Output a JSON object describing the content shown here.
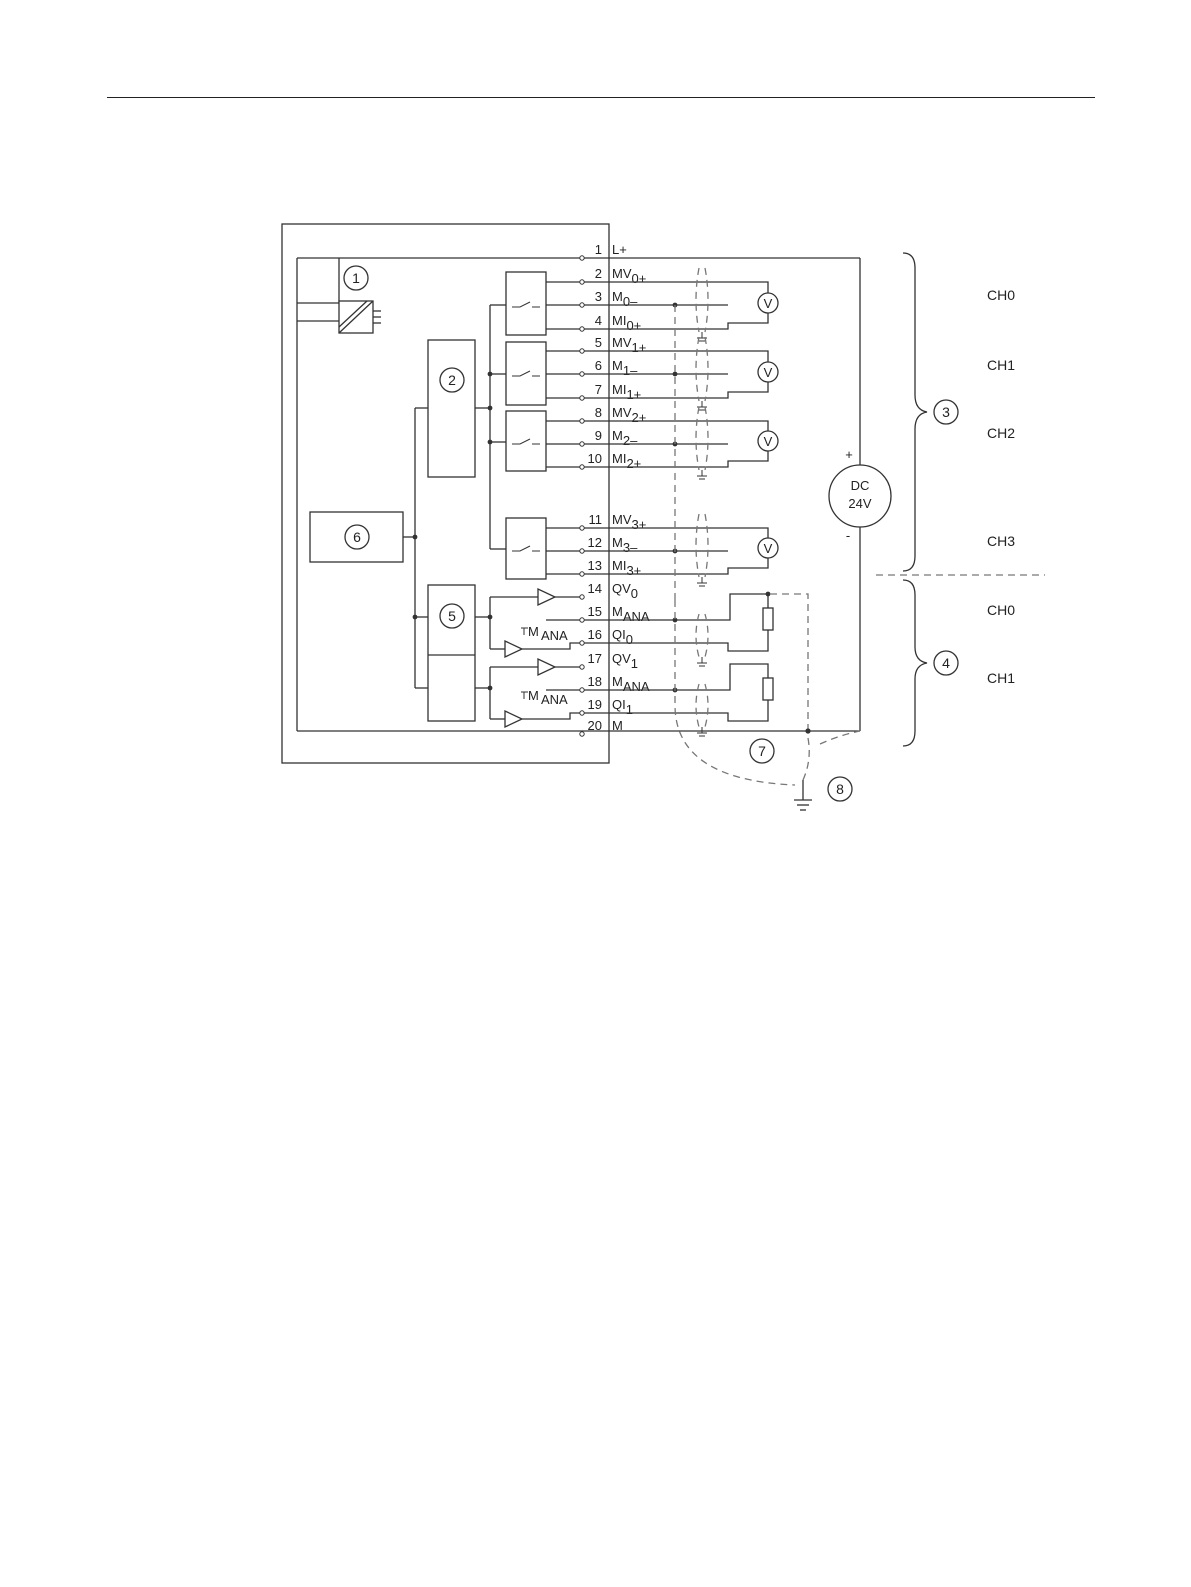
{
  "markers": [
    "1",
    "2",
    "3",
    "4",
    "5",
    "6",
    "7",
    "8"
  ],
  "terminals": [
    {
      "num": "1",
      "label": "L+"
    },
    {
      "num": "2",
      "label": "MV",
      "sub": "0+"
    },
    {
      "num": "3",
      "label": "M",
      "sub": "0–"
    },
    {
      "num": "4",
      "label": "MI",
      "sub": "0+"
    },
    {
      "num": "5",
      "label": "MV",
      "sub": "1+"
    },
    {
      "num": "6",
      "label": "M",
      "sub": "1–"
    },
    {
      "num": "7",
      "label": "MI",
      "sub": "1+"
    },
    {
      "num": "8",
      "label": "MV",
      "sub": "2+"
    },
    {
      "num": "9",
      "label": "M",
      "sub": "2–"
    },
    {
      "num": "10",
      "label": "MI",
      "sub": "2+"
    },
    {
      "num": "11",
      "label": "MV",
      "sub": "3+"
    },
    {
      "num": "12",
      "label": "M",
      "sub": "3–"
    },
    {
      "num": "13",
      "label": "MI",
      "sub": "3+"
    },
    {
      "num": "14",
      "label": "QV",
      "sub": "0"
    },
    {
      "num": "15",
      "label": "M",
      "sub": "ANA"
    },
    {
      "num": "16",
      "label": "QI",
      "sub": "0"
    },
    {
      "num": "17",
      "label": "QV",
      "sub": "1"
    },
    {
      "num": "18",
      "label": "M",
      "sub": "ANA"
    },
    {
      "num": "19",
      "label": "QI",
      "sub": "1"
    },
    {
      "num": "20",
      "label": "M"
    }
  ],
  "mana_label": "M",
  "mana_sub": "ANA",
  "channels": [
    "CH0",
    "CH1",
    "CH2",
    "CH3",
    "CH0",
    "CH1"
  ],
  "voltmeter_symbol": "V",
  "supply": {
    "line1": "DC",
    "line2": "24V",
    "plus": "+",
    "minus": "-"
  }
}
